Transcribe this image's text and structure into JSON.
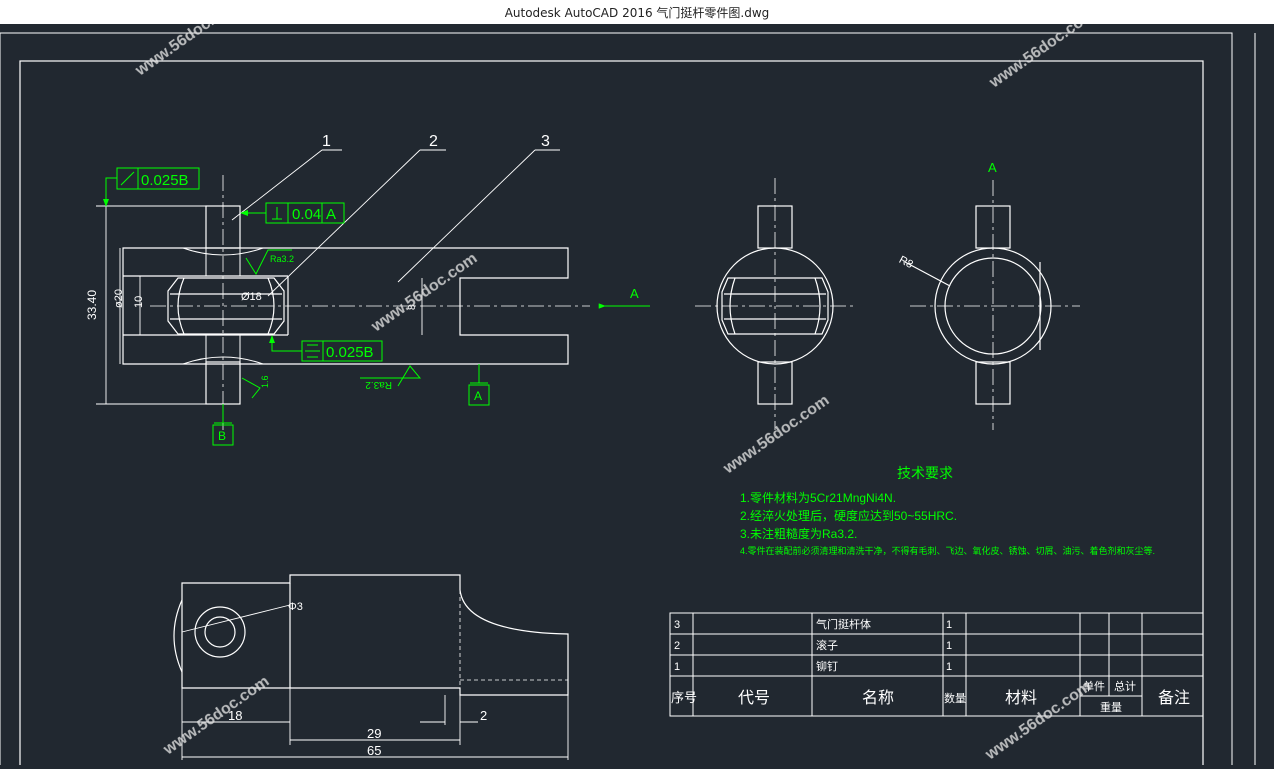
{
  "window": {
    "title": "Autodesk AutoCAD 2016    气门挺杆零件图.dwg"
  },
  "drawing": {
    "balloons": [
      "1",
      "2",
      "3"
    ],
    "tolerances": {
      "runout": "0.025B",
      "perpendicularity": "0.04",
      "perpendicularity_ref": "A",
      "symmetry": "0.025B"
    },
    "datums": {
      "a": "A",
      "b": "B"
    },
    "roughness": {
      "r1": "Ra3.2",
      "r2": "1.6",
      "r3": "Ra3.2"
    },
    "dims": {
      "d3340": "33.40",
      "d20": "ø20",
      "d10": "10",
      "d18": "Ø18",
      "d8": "8",
      "r8": "R8",
      "phi3": "Φ3",
      "d18b": "18",
      "d29": "29",
      "d65": "65",
      "d2": "2"
    },
    "view_arrow": "A",
    "side_view_label": "A"
  },
  "tech": {
    "title": "技术要求",
    "lines": [
      "1.零件材料为5Cr21MngNi4N.",
      "2.经淬火处理后，硬度应达到50~55HRC.",
      "3.未注粗糙度为Ra3.2.",
      "4.零件在装配前必须清理和清洗干净，不得有毛刺、飞边、氧化皮、锈蚀、切屑、油污、着色剂和灰尘等."
    ]
  },
  "bom": {
    "rows": [
      {
        "no": "3",
        "code": "",
        "name": "气门挺杆体",
        "qty": "1"
      },
      {
        "no": "2",
        "code": "",
        "name": "滚子",
        "qty": "1"
      },
      {
        "no": "1",
        "code": "",
        "name": "铆钉",
        "qty": "1"
      }
    ],
    "header": {
      "no": "序号",
      "code": "代号",
      "name": "名称",
      "qty": "数量",
      "material": "材料",
      "unit": "单件",
      "total": "总计",
      "weight": "重量",
      "remark": "备注"
    }
  },
  "watermark": "www.56doc.com",
  "colors": {
    "background": "#212830",
    "lines": "#ffffff",
    "annotation": "#00ff00"
  }
}
